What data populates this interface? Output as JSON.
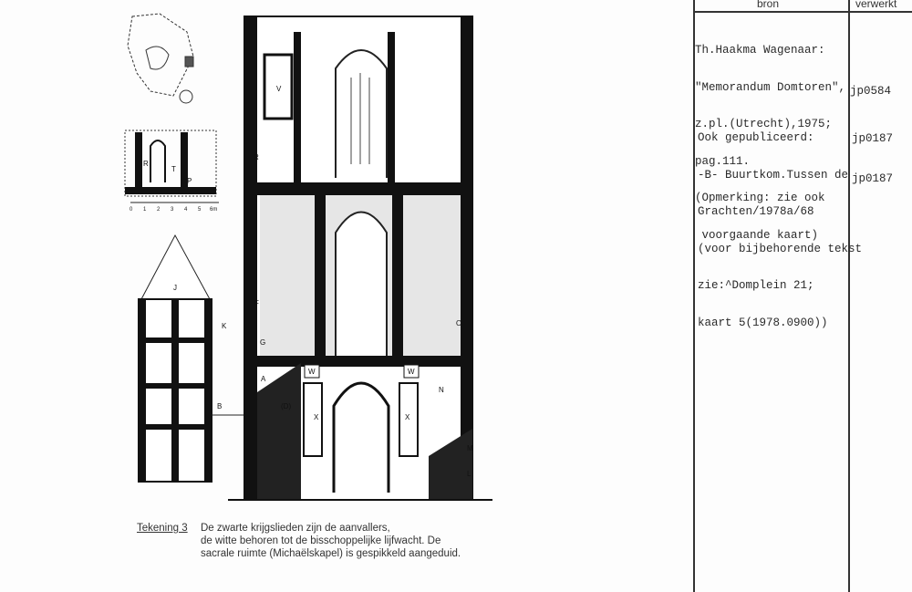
{
  "table": {
    "headers": {
      "source": "bron",
      "processed": "verwerkt"
    },
    "entries": [
      {
        "source_lines": [
          "Th.Haakma Wagenaar:",
          "\"Memorandum Domtoren\",",
          "z.pl.(Utrecht),1975;",
          "pag.111.",
          "(Opmerking: zie ook",
          " voorgaande kaart)"
        ],
        "code": "jp0584"
      },
      {
        "source_lines": [
          "Ook gepubliceerd:",
          "-B- Buurtkom.Tussen de",
          "Grachten/1978a/68",
          "(voor bijbehorende tekst",
          "zie:^Domplein 21;",
          "kaart 5(1978.0900))"
        ],
        "codes": [
          "jp0187",
          "jp0187"
        ]
      }
    ]
  },
  "caption": {
    "label": "Tekening 3",
    "lines": [
      "De zwarte krijgslieden zijn de aanvallers,",
      "de witte behoren tot de bisschoppelijke lijfwacht. De",
      "sacrale ruimte (Michaëlskapel) is gespikkeld aangeduid."
    ]
  },
  "drawing_labels": {
    "V": "V",
    "R": "R",
    "F": "F",
    "K": "K",
    "A": "A",
    "B": "B",
    "W1": "W",
    "W2": "W",
    "X1": "X",
    "X2": "X",
    "N": "N",
    "M": "M",
    "L": "L",
    "J": "J",
    "D": "(D)",
    "G": "G",
    "O": "O",
    "inset_R": "R",
    "inset_T": "T",
    "inset_P": "P"
  },
  "scale": {
    "ticks": [
      "0",
      "1",
      "2",
      "3",
      "4",
      "5",
      "6m"
    ]
  }
}
